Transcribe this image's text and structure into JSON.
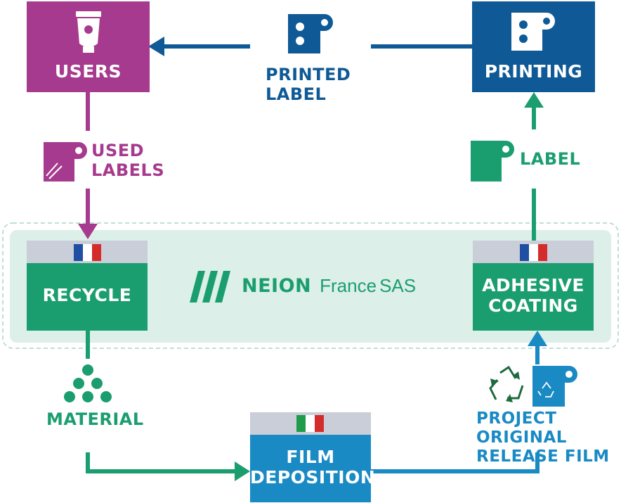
{
  "nodes": {
    "users": "USERS",
    "printing": "PRINTING",
    "recycle": "RECYCLE",
    "adhesive_coating_line1": "ADHESIVE",
    "adhesive_coating_line2": "COATING",
    "film_deposition_line1": "FILM",
    "film_deposition_line2": "DEPOSITION"
  },
  "flows": {
    "printed_label_line1": "PRINTED",
    "printed_label_line2": "LABEL",
    "used_labels_line1": "USED",
    "used_labels_line2": "LABELS",
    "label": "LABEL",
    "material": "MATERIAL",
    "release_film_line1": "PROJECT ORIGINAL",
    "release_film_line2": "RELEASE FILM"
  },
  "company": {
    "name": "NEION",
    "location": "France",
    "suffix": "SAS"
  },
  "flags": {
    "recycle": "france-flag",
    "adhesive_coating": "france-flag",
    "film_deposition": "italy-flag"
  },
  "icons": [
    "tube-icon",
    "label-roll-icon",
    "used-label-roll-icon",
    "recycle-symbol-icon",
    "release-film-roll-icon",
    "granules-icon",
    "neion-logo-icon"
  ],
  "colors": {
    "users_purple": "#a63a8e",
    "printing_blue": "#0f5a96",
    "process_green": "#1b9e6f",
    "film_blue": "#1a8ac4",
    "band_bg": "#dcefe8",
    "flag_bar_gray": "#c9ced8"
  }
}
